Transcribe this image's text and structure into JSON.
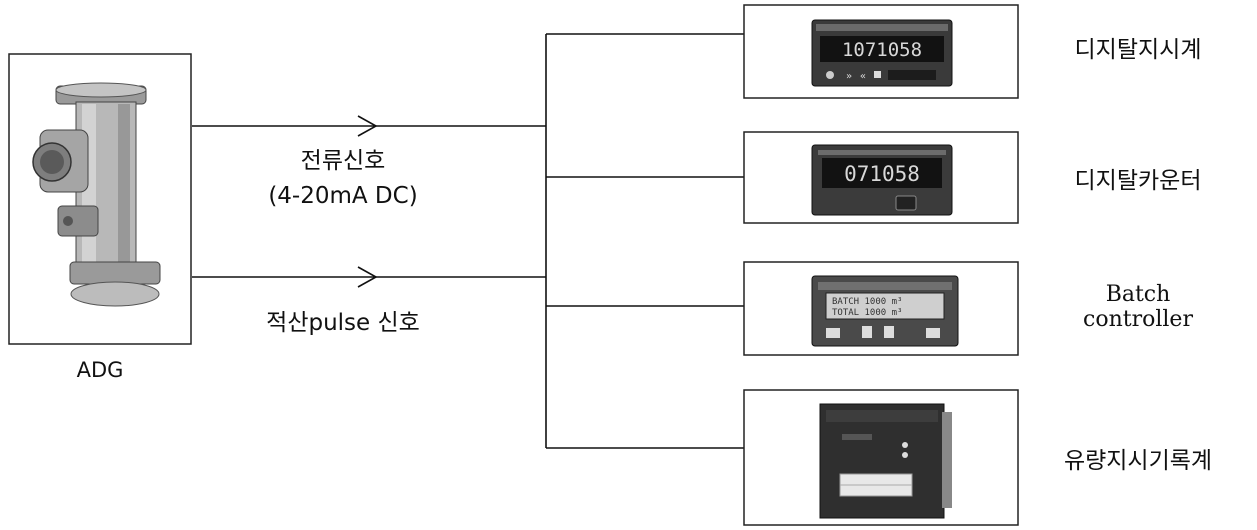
{
  "source": {
    "label": "ADG"
  },
  "signals": [
    {
      "line1": "전류신호",
      "line2": "(4-20mA DC)"
    },
    {
      "line1": "적산pulse 신호"
    }
  ],
  "devices": [
    {
      "name": "디지탈지시계",
      "display": "1071058"
    },
    {
      "name": "디지탈카운터",
      "display": "071058"
    },
    {
      "name_line1": "Batch",
      "name_line2": "controller",
      "lcd_row1": "BATCH    1000 m³",
      "lcd_row2": "TOTAL    1000 m³"
    },
    {
      "name": "유량지시기록계"
    }
  ]
}
